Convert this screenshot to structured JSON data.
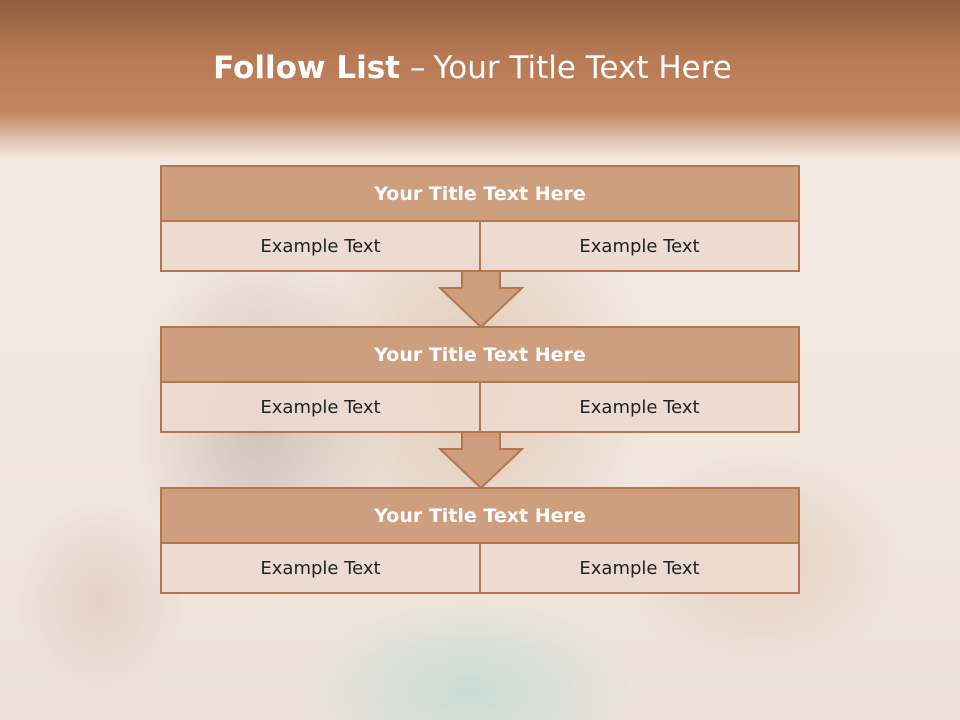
{
  "title": {
    "bold": "Follow List",
    "separator": "–",
    "rest": "Your Title Text Here"
  },
  "blocks": [
    {
      "header": "Your Title Text Here",
      "left": "Example Text",
      "right": "Example Text"
    },
    {
      "header": "Your Title Text Here",
      "left": "Example Text",
      "right": "Example Text"
    },
    {
      "header": "Your Title Text Here",
      "left": "Example Text",
      "right": "Example Text"
    }
  ],
  "colors": {
    "title_bar": "#b87a55",
    "header_fill": "#cd9f7e",
    "border": "#b5764e",
    "cell_fill": "#ecdacf"
  },
  "icons": [
    "down-arrow-icon"
  ]
}
